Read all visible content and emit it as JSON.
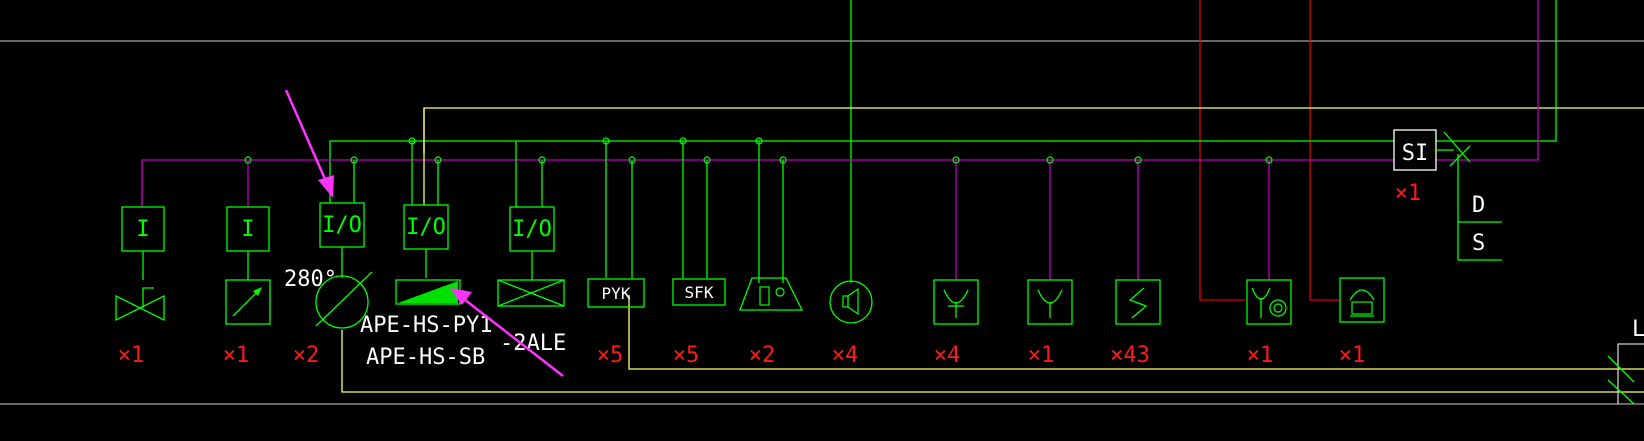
{
  "colors": {
    "background": "#000000",
    "green": "#00ff00",
    "magenta": "#c000c0",
    "yellow": "#ffff66",
    "red": "#e00000",
    "white": "#ffffff",
    "gray": "#cccccc",
    "arrow": "#ff33ff",
    "quantity": "#ff2020"
  },
  "devices": [
    {
      "id": "d1",
      "module": "I",
      "symbol": "valve",
      "qty": "×1"
    },
    {
      "id": "d2",
      "module": "I",
      "symbol": "flow-switch",
      "qty": "×1"
    },
    {
      "id": "d3",
      "module": "I/O",
      "symbol": "fire-damper",
      "qty": "×2"
    },
    {
      "id": "d4",
      "module": "I/O",
      "symbol": "smoke-exhaust-outlet",
      "qty": ""
    },
    {
      "id": "d5",
      "module": "I/O",
      "symbol": "smoke-damper",
      "qty": ""
    },
    {
      "id": "d6",
      "module": "PYK",
      "symbol": "box",
      "qty": "×5"
    },
    {
      "id": "d7",
      "module": "SFK",
      "symbol": "box",
      "qty": "×5"
    },
    {
      "id": "d8",
      "module": "",
      "symbol": "alarm-bell",
      "qty": "×2"
    },
    {
      "id": "d9",
      "module": "",
      "symbol": "speaker",
      "qty": "×4"
    },
    {
      "id": "d10",
      "module": "",
      "symbol": "heat-detector",
      "qty": "×4"
    },
    {
      "id": "d11",
      "module": "",
      "symbol": "smoke-detector",
      "qty": "×1"
    },
    {
      "id": "d12",
      "module": "",
      "symbol": "s-detector",
      "qty": "×43"
    },
    {
      "id": "d13",
      "module": "",
      "symbol": "combo-detector",
      "qty": "×1"
    },
    {
      "id": "d14",
      "module": "",
      "symbol": "telephone",
      "qty": "×1"
    }
  ],
  "annotations": {
    "angle": "280°",
    "py_label": "APE-HS-PY1",
    "sb_label": "APE-HS-SB",
    "ale_label": "-2ALE"
  },
  "panel": {
    "si_label": "SI",
    "si_qty": "×1",
    "d_label": "D",
    "s_label": "S",
    "edge_label": "LI"
  }
}
